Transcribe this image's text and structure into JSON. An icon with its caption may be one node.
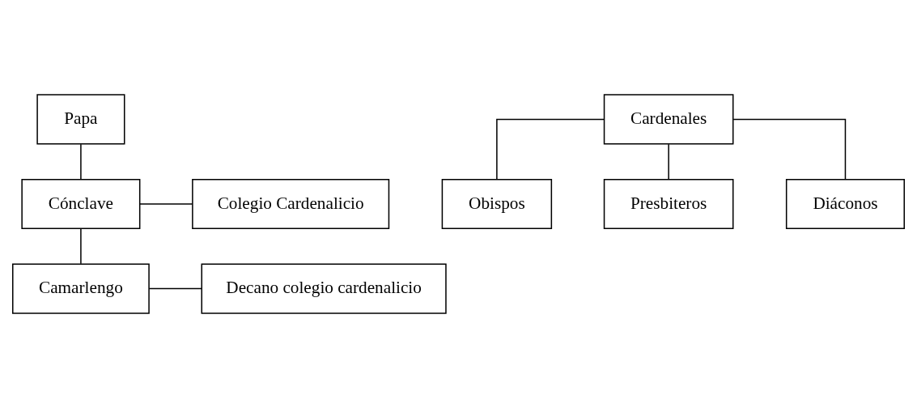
{
  "diagram": {
    "nodes": [
      {
        "text": [
          "Papa"
        ]
      },
      {
        "text": [
          "Cónclave"
        ]
      },
      {
        "text": [
          "Colegio Cardenalicio"
        ]
      },
      {
        "text": [
          "Camarlengo"
        ]
      },
      {
        "text": [
          "Decano colegio cardenalicio"
        ]
      },
      {
        "text": [
          "Cardenales"
        ]
      },
      {
        "text": [
          "Obispos"
        ]
      },
      {
        "text": [
          "Presbiteros"
        ]
      },
      {
        "text": [
          "Diáconos"
        ]
      }
    ],
    "edges": [
      {
        "from": 0,
        "to": 1,
        "arrow": "none"
      },
      {
        "from": 1,
        "to": 2,
        "arrow": "none"
      },
      {
        "from": 1,
        "to": 3,
        "arrow": "none"
      },
      {
        "from": 3,
        "to": 4,
        "arrow": "none"
      },
      {
        "from": 5,
        "to": 6,
        "arrow": "none"
      },
      {
        "from": 5,
        "to": 7,
        "arrow": "none"
      },
      {
        "from": 5,
        "to": 8,
        "arrow": "none"
      }
    ]
  }
}
